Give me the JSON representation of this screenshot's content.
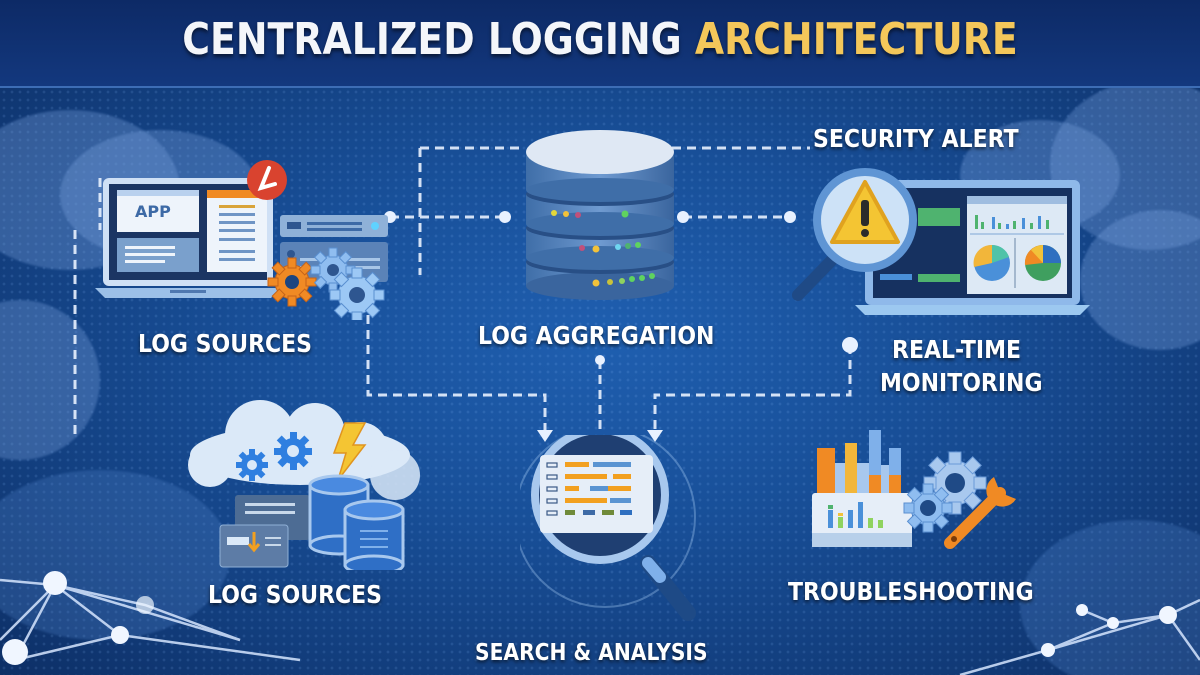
{
  "title": {
    "main": "CENTRALIZED LOGGING ",
    "accent": "ARCHITECTURE",
    "accent_color": "#f4c75a"
  },
  "nodes": {
    "log_sources_top": {
      "label": "LOG SOURCES",
      "app_label": "APP"
    },
    "log_aggregation": {
      "label": "LOG AGGREGATION"
    },
    "security_alert": {
      "label": "SECURITY ALERT"
    },
    "real_time_monitoring": {
      "label_line1": "REAL-TIME",
      "label_line2": "MONITORING"
    },
    "log_sources_bottom": {
      "label": "LOG SOURCES"
    },
    "search_analysis": {
      "label": "SEARCH & ANALYSIS"
    },
    "troubleshooting": {
      "label": "TROUBLESHOOTING"
    }
  },
  "colors": {
    "background": "#184f98",
    "orange": "#f08a24",
    "yellow": "#f4c75a",
    "light_blue": "#9cc8f0",
    "red_badge": "#d9432f"
  }
}
